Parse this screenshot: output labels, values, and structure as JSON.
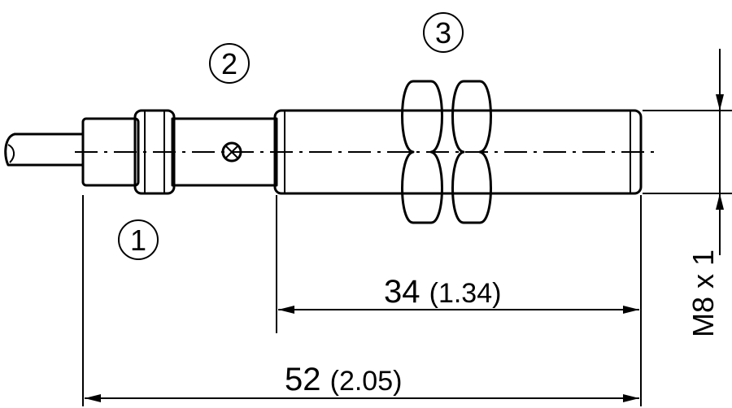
{
  "callouts": {
    "c1": "1",
    "c2": "2",
    "c3": "3"
  },
  "dimensions": {
    "d34_main": "34",
    "d34_sub": "(1.34)",
    "d52_main": "52",
    "d52_sub": "(2.05)",
    "thread": "M8 x 1"
  }
}
